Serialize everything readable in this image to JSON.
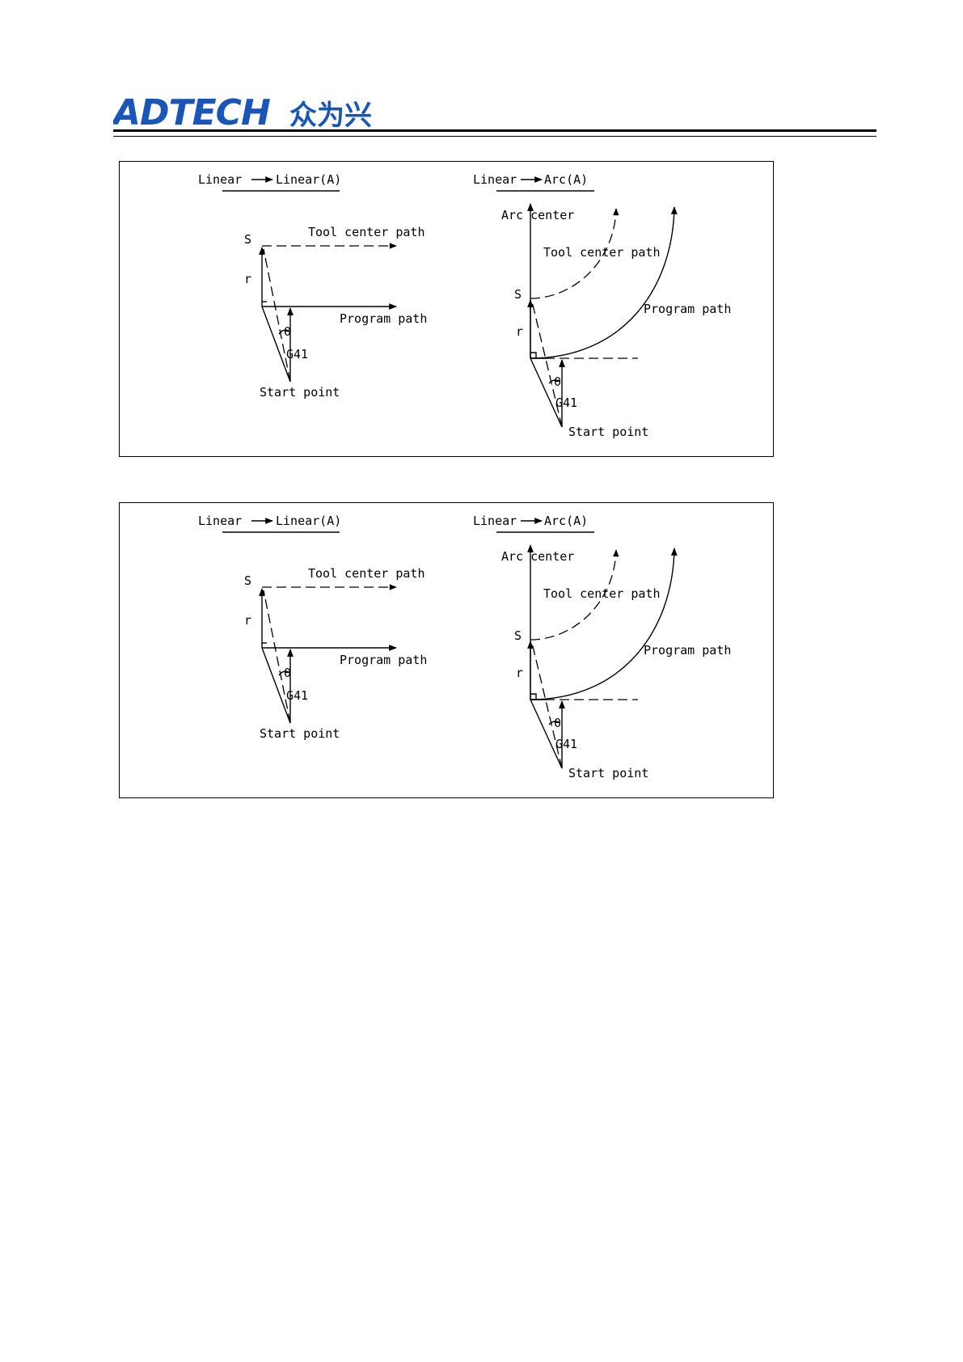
{
  "header": {
    "logo_latin": "ADTECH",
    "logo_cjk": "众为兴"
  },
  "figures": [
    {
      "left_panel": {
        "title_from": "Linear",
        "title_to": "Linear(A)",
        "label_s": "S",
        "label_r": "r",
        "label_tool_center_path": "Tool center path",
        "label_program_path": "Program path",
        "label_theta": "θ",
        "label_g41": "G41",
        "label_start_point": "Start point"
      },
      "right_panel": {
        "title_from": "Linear",
        "title_to": "Arc(A)",
        "label_arc_center": "Arc center",
        "label_s": "S",
        "label_r": "r",
        "label_tool_center_path": "Tool center path",
        "label_program_path": "Program path",
        "label_theta": "θ",
        "label_g41": "G41",
        "label_start_point": "Start point"
      }
    },
    {
      "left_panel": {
        "title_from": "Linear",
        "title_to": "Linear(A)",
        "label_s": "S",
        "label_r": "r",
        "label_tool_center_path": "Tool center path",
        "label_program_path": "Program path",
        "label_theta": "θ",
        "label_g41": "G41",
        "label_start_point": "Start point"
      },
      "right_panel": {
        "title_from": "Linear",
        "title_to": "Arc(A)",
        "label_arc_center": "Arc center",
        "label_s": "S",
        "label_r": "r",
        "label_tool_center_path": "Tool center path",
        "label_program_path": "Program path",
        "label_theta": "θ",
        "label_g41": "G41",
        "label_start_point": "Start point"
      }
    }
  ]
}
